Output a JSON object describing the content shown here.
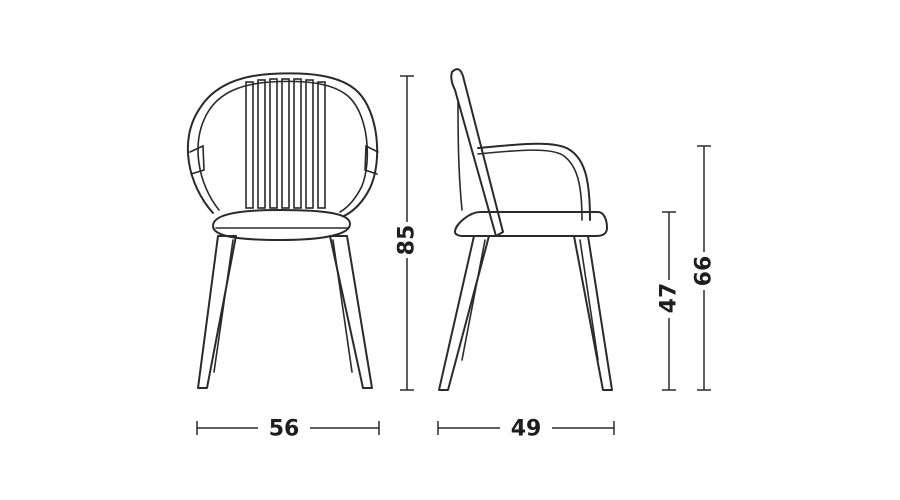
{
  "dimensions": {
    "front_width": "56",
    "side_depth": "49",
    "total_height": "85",
    "seat_height": "47",
    "armrest_height": "66"
  },
  "colors": {
    "line": "#2a2a2a",
    "background": "#ffffff"
  }
}
